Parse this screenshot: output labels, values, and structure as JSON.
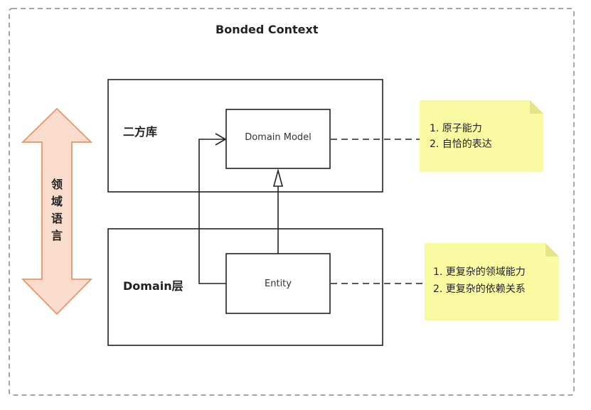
{
  "title": "Bonded Context",
  "layers": {
    "library_label": "二方库",
    "domain_label": "Domain层"
  },
  "boxes": {
    "domain_model": "Domain Model",
    "entity": "Entity"
  },
  "side_arrow": {
    "chars": [
      "领",
      "域",
      "语",
      "言"
    ]
  },
  "notes": [
    {
      "lines": [
        "1. 原子能力",
        "2. 自恰的表达"
      ]
    },
    {
      "lines": [
        "1. 更复杂的领域能力",
        "2. 更复杂的依赖关系"
      ]
    }
  ],
  "colors": {
    "arrow_fill": "#f9dccb",
    "arrow_stroke": "#e8956b",
    "note_fill": "#fafaa3",
    "note_fold": "#e4e48a",
    "outer_dash": "#888888",
    "line": "#222222"
  }
}
